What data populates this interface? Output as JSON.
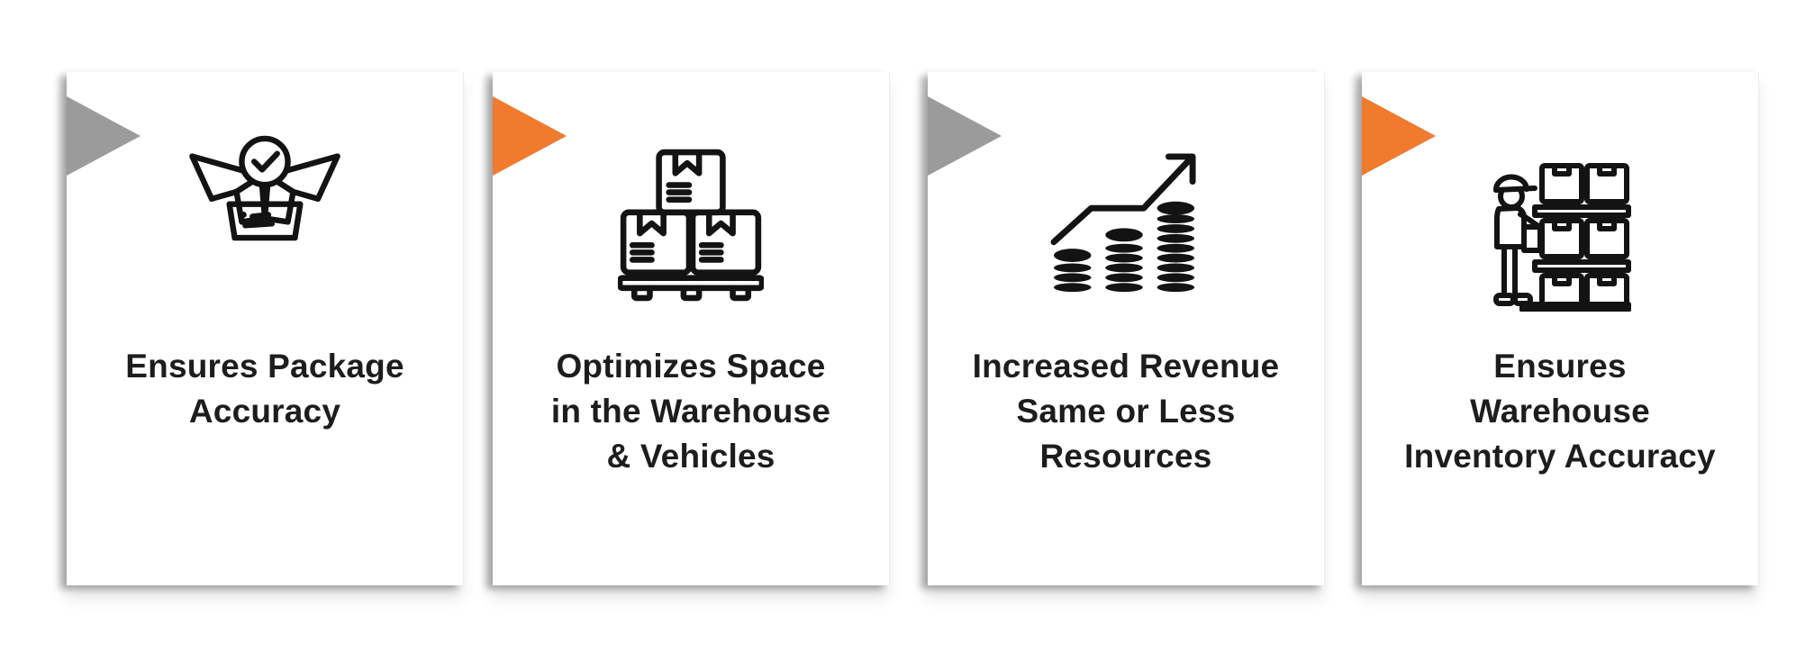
{
  "page": {
    "background_color": "#ffffff",
    "text_color": "#1d1d1d"
  },
  "arrow_colors": {
    "gray": "#9b9b9b",
    "orange": "#f07a2e"
  },
  "cards": [
    {
      "id": "package-accuracy",
      "arrow_color": "#9b9b9b",
      "icon": "package-check-icon",
      "title": "Ensures Package\nAccuracy"
    },
    {
      "id": "space-optimization",
      "arrow_color": "#f07a2e",
      "icon": "pallet-boxes-icon",
      "title": "Optimizes Space\nin the Warehouse\n& Vehicles"
    },
    {
      "id": "increased-revenue",
      "arrow_color": "#9b9b9b",
      "icon": "revenue-growth-icon",
      "title": "Increased Revenue\nSame or Less\nResources"
    },
    {
      "id": "inventory-accuracy",
      "arrow_color": "#f07a2e",
      "icon": "warehouse-worker-shelf-icon",
      "title": "Ensures\nWarehouse\nInventory Accuracy"
    }
  ]
}
